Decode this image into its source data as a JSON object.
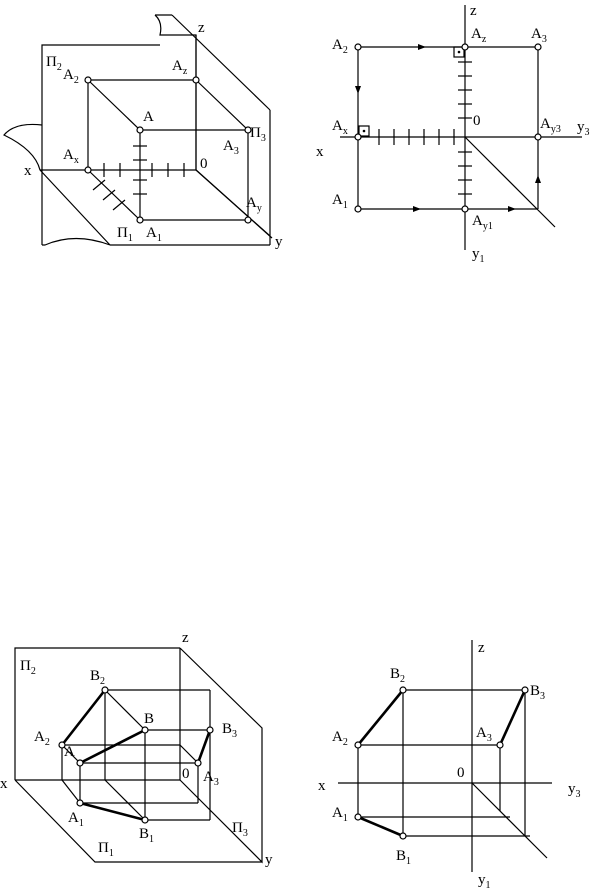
{
  "fig1": {
    "planes": [
      [
        "Π",
        "2"
      ],
      [
        "Π",
        "3"
      ],
      [
        "Π",
        "1"
      ]
    ],
    "axes": [
      "x",
      "y",
      "z"
    ],
    "origin": "0",
    "points": [
      [
        "A",
        ""
      ],
      [
        "A",
        "2"
      ],
      [
        "A",
        "z"
      ],
      [
        "A",
        "3"
      ],
      [
        "A",
        "x"
      ],
      [
        "A",
        "y"
      ],
      [
        "A",
        "1"
      ]
    ]
  },
  "fig2": {
    "axes": [
      [
        "x",
        ""
      ],
      [
        "z",
        ""
      ],
      [
        "y",
        "3"
      ],
      [
        "y",
        "1"
      ]
    ],
    "origin": "0",
    "points": [
      [
        "A",
        "2"
      ],
      [
        "A",
        "z"
      ],
      [
        "A",
        "3"
      ],
      [
        "A",
        "x"
      ],
      [
        "A",
        "y3"
      ],
      [
        "A",
        "1"
      ],
      [
        "A",
        "y1"
      ]
    ]
  },
  "fig3": {
    "planes": [
      [
        "Π",
        "2"
      ],
      [
        "Π",
        "3"
      ],
      [
        "Π",
        "1"
      ]
    ],
    "axes": [
      "x",
      "y",
      "z"
    ],
    "origin": "0",
    "points": [
      [
        "B",
        "2"
      ],
      [
        "B",
        ""
      ],
      [
        "B",
        "3"
      ],
      [
        "A",
        "2"
      ],
      [
        "A",
        ""
      ],
      [
        "A",
        "3"
      ],
      [
        "A",
        "1"
      ],
      [
        "B",
        "1"
      ]
    ]
  },
  "fig4": {
    "axes": [
      [
        "z",
        ""
      ],
      [
        "x",
        ""
      ],
      [
        "y",
        "3"
      ],
      [
        "y",
        "1"
      ]
    ],
    "origin": "0",
    "points": [
      [
        "B",
        "2"
      ],
      [
        "B",
        "3"
      ],
      [
        "A",
        "2"
      ],
      [
        "A",
        "3"
      ],
      [
        "A",
        "1"
      ],
      [
        "B",
        "1"
      ]
    ]
  }
}
